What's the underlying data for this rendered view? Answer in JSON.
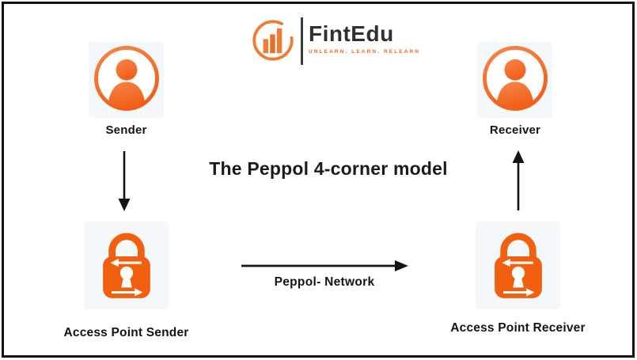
{
  "header": {
    "logo": {
      "brand": "FintEdu",
      "tagline": "UNLEARN. LEARN. RELEARN"
    }
  },
  "diagram": {
    "title": "The Peppol 4-corner model",
    "network_arrow_label": "Peppol- Network",
    "nodes": {
      "sender": {
        "label": "Sender",
        "icon": "person-icon"
      },
      "receiver": {
        "label": "Receiver",
        "icon": "person-icon"
      },
      "access_point_sender": {
        "label": "Access Point Sender",
        "icon": "padlock-sync-icon"
      },
      "access_point_receiver": {
        "label": "Access Point Receiver",
        "icon": "padlock-sync-icon"
      }
    },
    "arrows": [
      {
        "from": "sender",
        "to": "access_point_sender",
        "direction": "down"
      },
      {
        "from": "access_point_sender",
        "to": "access_point_receiver",
        "direction": "right",
        "label": "Peppol- Network"
      },
      {
        "from": "access_point_receiver",
        "to": "receiver",
        "direction": "up"
      }
    ]
  },
  "colors": {
    "accent_orange": "#F2641E",
    "logo_orange": "#EE7C33",
    "ink": "#161616",
    "node_bg": "#F5F8FB",
    "canvas_border": "#111111"
  }
}
